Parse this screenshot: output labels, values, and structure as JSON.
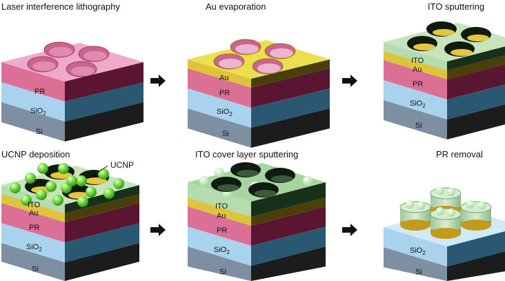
{
  "steps": [
    {
      "title": "Laser interference lithography"
    },
    {
      "title": "Au evaporation"
    },
    {
      "title": "ITO sputtering"
    },
    {
      "title": "UCNP deposition"
    },
    {
      "title": "ITO cover layer sputtering"
    },
    {
      "title": "PR removal"
    }
  ],
  "layers": {
    "si": "Si",
    "sio2_main": "SiO",
    "sio2_sub": "2",
    "pr": "PR",
    "au": "Au",
    "ito": "ITO"
  },
  "callout": {
    "ucnp": "UCNP"
  },
  "colors": {
    "si": "#7f8fa2",
    "sio2": "#a9d2ee",
    "pr": "#dc6f96",
    "pr_top": "#f0a9c8",
    "au": "#ddc43a",
    "au_top": "#ecdf4f",
    "ito": "#b7dbb0",
    "ucnp": "#6fdc3e"
  }
}
